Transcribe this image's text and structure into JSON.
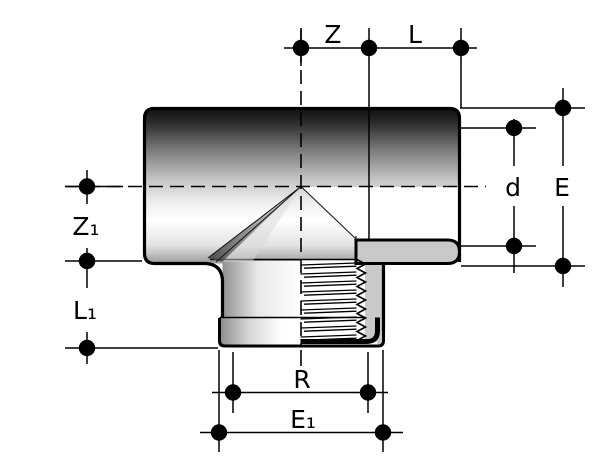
{
  "drawing": {
    "type": "technical-dimension-drawing",
    "subject": "90 degree tee pipe fitting with female threaded branch, half-section view",
    "background": "#ffffff",
    "line_color": "#000000",
    "section_fill": "#c9c9c9",
    "labels": {
      "z": "Z",
      "l": "L",
      "z1": "Z₁",
      "l1": "L₁",
      "d": "d",
      "e": "E",
      "r": "R",
      "e1": "E₁"
    }
  }
}
